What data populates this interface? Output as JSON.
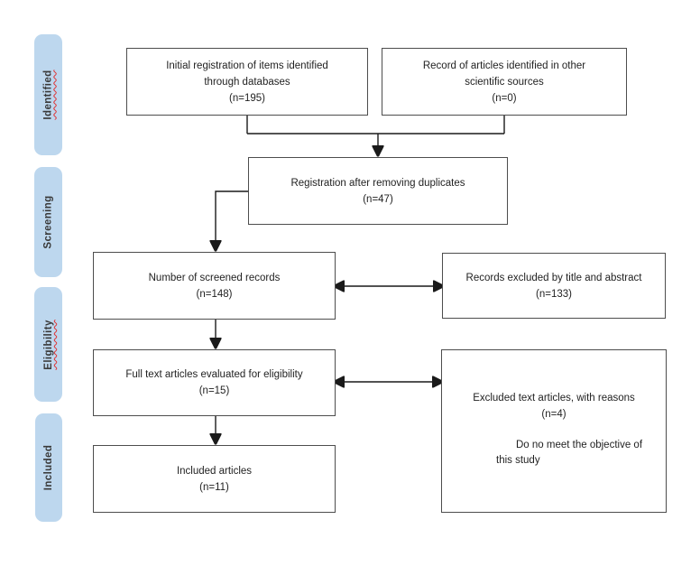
{
  "colors": {
    "background": "#ffffff",
    "stage_fill": "#bdd7ee",
    "box_border": "#4d4d4d",
    "box_text": "#1f1f1f",
    "stage_text": "#3a3a3a",
    "arrow": "#1a1a1a",
    "spellcheck_underline": "#e03131"
  },
  "stages": [
    {
      "label": "Identified",
      "spellcheck": true
    },
    {
      "label": "Screening",
      "spellcheck": false
    },
    {
      "label": "Eligibility",
      "spellcheck": true
    },
    {
      "label": "Included",
      "spellcheck": false
    }
  ],
  "boxes": {
    "initial_registration": {
      "line1": "Initial registration of items identified",
      "line2": "through databases",
      "count": "(n=195)"
    },
    "other_sources": {
      "line1": "Record of articles identified in other",
      "line2": "scientific sources",
      "count": "(n=0)"
    },
    "after_duplicates": {
      "line1": "Registration after removing duplicates",
      "count": "(n=47)"
    },
    "screened": {
      "line1": "Number of screened records",
      "count": "(n=148)"
    },
    "excluded_title_abstract": {
      "line1": "Records excluded by title and abstract",
      "count": "(n=133)"
    },
    "full_text": {
      "line1": "Full text articles evaluated for eligibility",
      "count": "(n=15)"
    },
    "excluded_with_reasons": {
      "line1": "Excluded text articles, with reasons",
      "count": "(n=4)",
      "reason_line1": "Do no meet the objective",
      "reason_line2": "of this study"
    },
    "included_articles": {
      "line1": "Included articles",
      "count": "(n=11)"
    }
  }
}
